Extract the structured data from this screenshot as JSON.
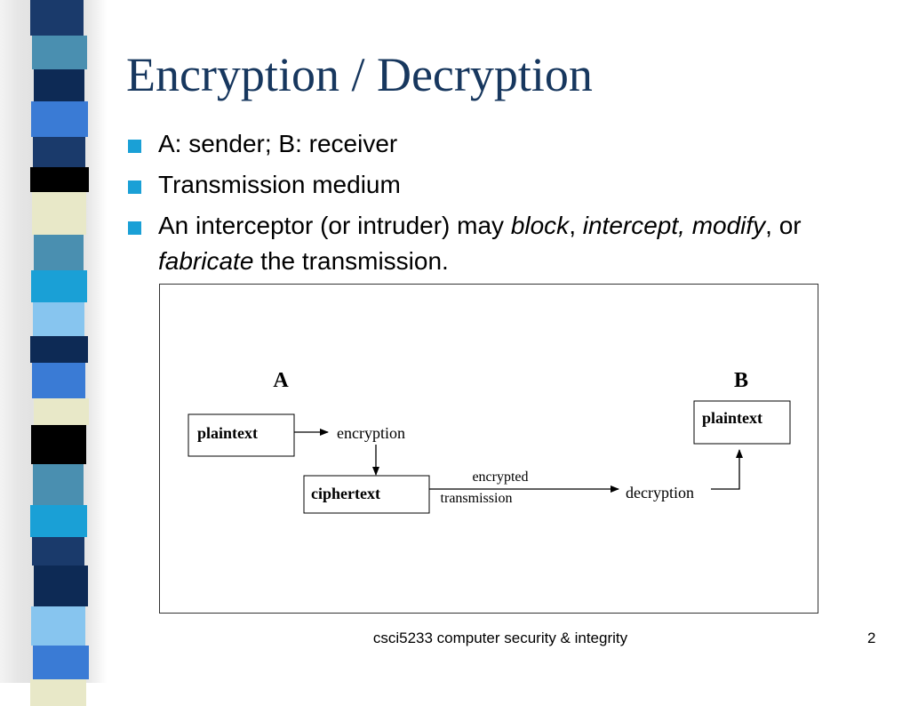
{
  "slide": {
    "title": "Encryption / Decryption",
    "bullets": [
      {
        "parts": [
          {
            "text": "A: sender; B: receiver",
            "italic": false
          }
        ]
      },
      {
        "parts": [
          {
            "text": "Transmission medium",
            "italic": false
          }
        ]
      },
      {
        "parts": [
          {
            "text": "An interceptor (or intruder) may ",
            "italic": false
          },
          {
            "text": "block",
            "italic": true
          },
          {
            "text": ", ",
            "italic": false
          },
          {
            "text": "intercept, modify",
            "italic": true
          },
          {
            "text": ", or ",
            "italic": false
          },
          {
            "text": "fabricate",
            "italic": true
          },
          {
            "text": " the transmission.",
            "italic": false
          }
        ]
      }
    ],
    "bullet_color": "#1aa0d6",
    "title_color": "#17375e"
  },
  "diagram": {
    "label_a": "A",
    "label_b": "B",
    "plaintext_a": "plaintext",
    "encryption": "encryption",
    "ciphertext": "ciphertext",
    "encrypted": "encrypted",
    "transmission": "transmission",
    "decryption": "decryption",
    "plaintext_b": "plaintext"
  },
  "footer": {
    "text": "csci5233 computer security & integrity",
    "page": "2"
  },
  "strip_colors": [
    "#1a3a6b",
    "#4a8fb0",
    "#3a7bd5",
    "#0d2a55",
    "#e8e8c8",
    "#1aa0d6",
    "#87c5ef",
    "#000000"
  ]
}
